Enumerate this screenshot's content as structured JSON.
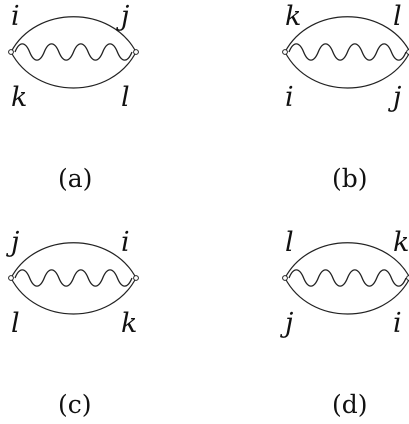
{
  "diagrams": [
    {
      "id": "a",
      "caption": "(a)",
      "top_left": "i",
      "top_right": "j",
      "bottom_left": "k",
      "bottom_right": "l"
    },
    {
      "id": "b",
      "caption": "(b)",
      "top_left": "k",
      "top_right": "l",
      "bottom_left": "i",
      "bottom_right": "j"
    },
    {
      "id": "c",
      "caption": "(c)",
      "top_left": "j",
      "top_right": "i",
      "bottom_left": "l",
      "bottom_right": "k"
    },
    {
      "id": "d",
      "caption": "(d)",
      "top_left": "l",
      "top_right": "k",
      "bottom_left": "j",
      "bottom_right": "i"
    }
  ]
}
